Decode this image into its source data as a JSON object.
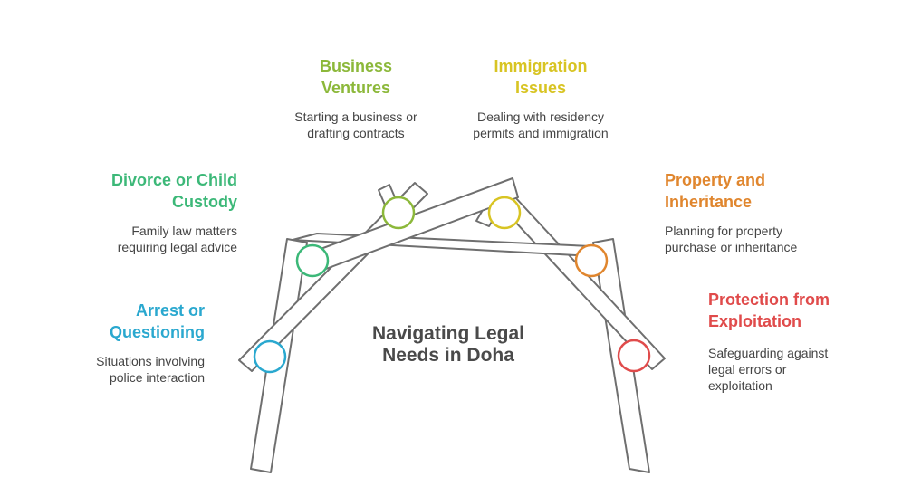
{
  "title": "Navigating Legal\nNeeds in Doha",
  "items": [
    {
      "key": "arrest",
      "title": "Arrest or\nQuestioning",
      "description": "Situations involving\npolice interaction",
      "color": "#2aa8cf"
    },
    {
      "key": "divorce",
      "title": "Divorce or Child\nCustody",
      "description": "Family law matters\nrequiring legal advice",
      "color": "#3cb878"
    },
    {
      "key": "business",
      "title": "Business\nVentures",
      "description": "Starting a business or\ndrafting contracts",
      "color": "#8cb83a"
    },
    {
      "key": "immigration",
      "title": "Immigration\nIssues",
      "description": "Dealing with residency\npermits and immigration",
      "color": "#d8c423"
    },
    {
      "key": "property",
      "title": "Property and\nInheritance",
      "description": "Planning for property\npurchase or inheritance",
      "color": "#e0862e"
    },
    {
      "key": "protection",
      "title": "Protection from\nExploitation",
      "description": "Safeguarding against\nlegal errors or\nexploitation",
      "color": "#e04b4b"
    }
  ]
}
